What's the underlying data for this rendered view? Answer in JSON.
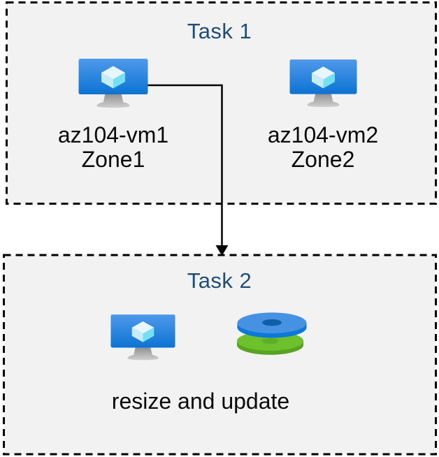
{
  "task1": {
    "title": "Task 1",
    "vms": [
      {
        "name": "az104-vm1",
        "zone": "Zone1"
      },
      {
        "name": "az104-vm2",
        "zone": "Zone2"
      }
    ]
  },
  "task2": {
    "title": "Task 2",
    "caption": "resize and update"
  },
  "icons": {
    "vm": "azure-virtual-machine-icon",
    "disks": "azure-stacked-disks-icon"
  },
  "colors": {
    "title_text": "#1f4e79",
    "label_text": "#0a0a0a",
    "box_background": "#f2f2f2",
    "box_border": "#000000",
    "connector": "#000000",
    "vm_screen_top": "#4f99ea",
    "vm_screen_bottom": "#0c73d3",
    "vm_cube_top": "#e8f6fd",
    "vm_cube_left": "#c6ecfa",
    "vm_cube_right": "#75dff4",
    "vm_stand_top": "#8f8f8f",
    "vm_stand_bottom": "#d0d0d0",
    "disk_blue_top": "#4691e2",
    "disk_blue_side": "#0a79d9",
    "disk_blue_hole": "#0d5fa7",
    "disk_green_top": "#6cc12d",
    "disk_green_side": "#58a321",
    "disk_green_hole": "#5fae27"
  }
}
